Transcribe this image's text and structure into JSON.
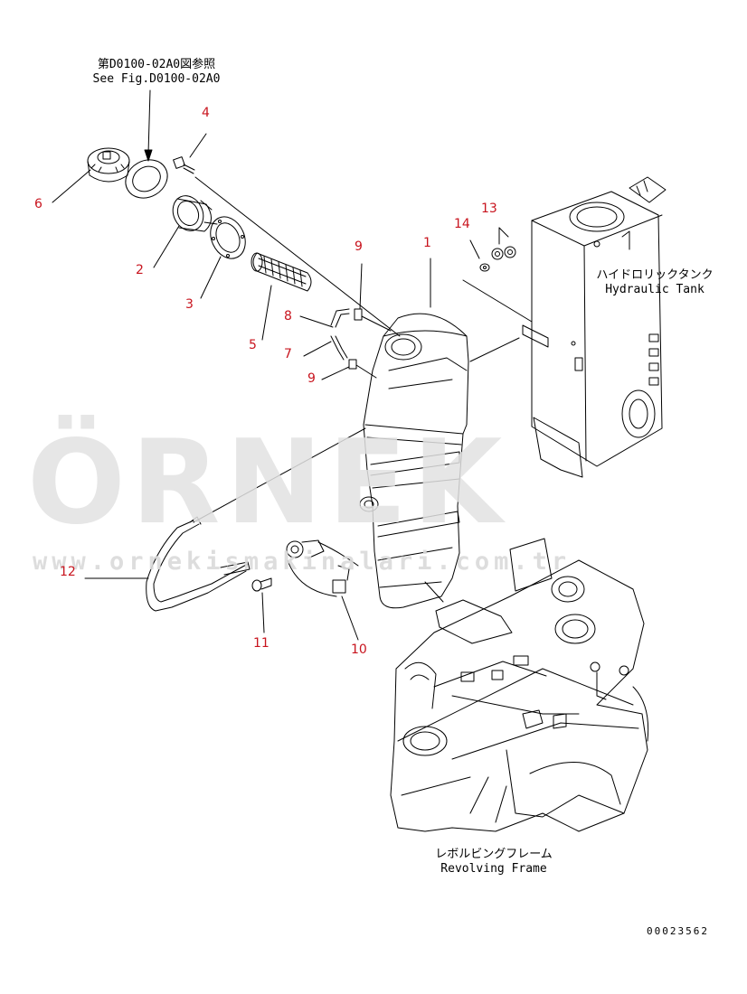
{
  "reference_note": {
    "line1": "第D0100-02A0図参照",
    "line2": "See Fig.D0100-02A0"
  },
  "callouts": {
    "c1": "1",
    "c2": "2",
    "c3": "3",
    "c4": "4",
    "c5": "5",
    "c6": "6",
    "c7": "7",
    "c8": "8",
    "c9a": "9",
    "c9b": "9",
    "c10": "10",
    "c11": "11",
    "c12": "12",
    "c13": "13",
    "c14": "14"
  },
  "hydraulic_tank": {
    "label_jp": "ハイドロリックタンク",
    "label_en": "Hydraulic Tank"
  },
  "revolving_frame": {
    "label_jp": "レボルビングフレーム",
    "label_en": "Revolving Frame"
  },
  "watermark": {
    "brand": "ÖRNEK",
    "url": "www.ornekismakinalari.com.tr",
    "accent_color": "#e8c54a"
  },
  "document_number": "00023562",
  "colors": {
    "callout": "#c8141e",
    "line": "#000000"
  }
}
